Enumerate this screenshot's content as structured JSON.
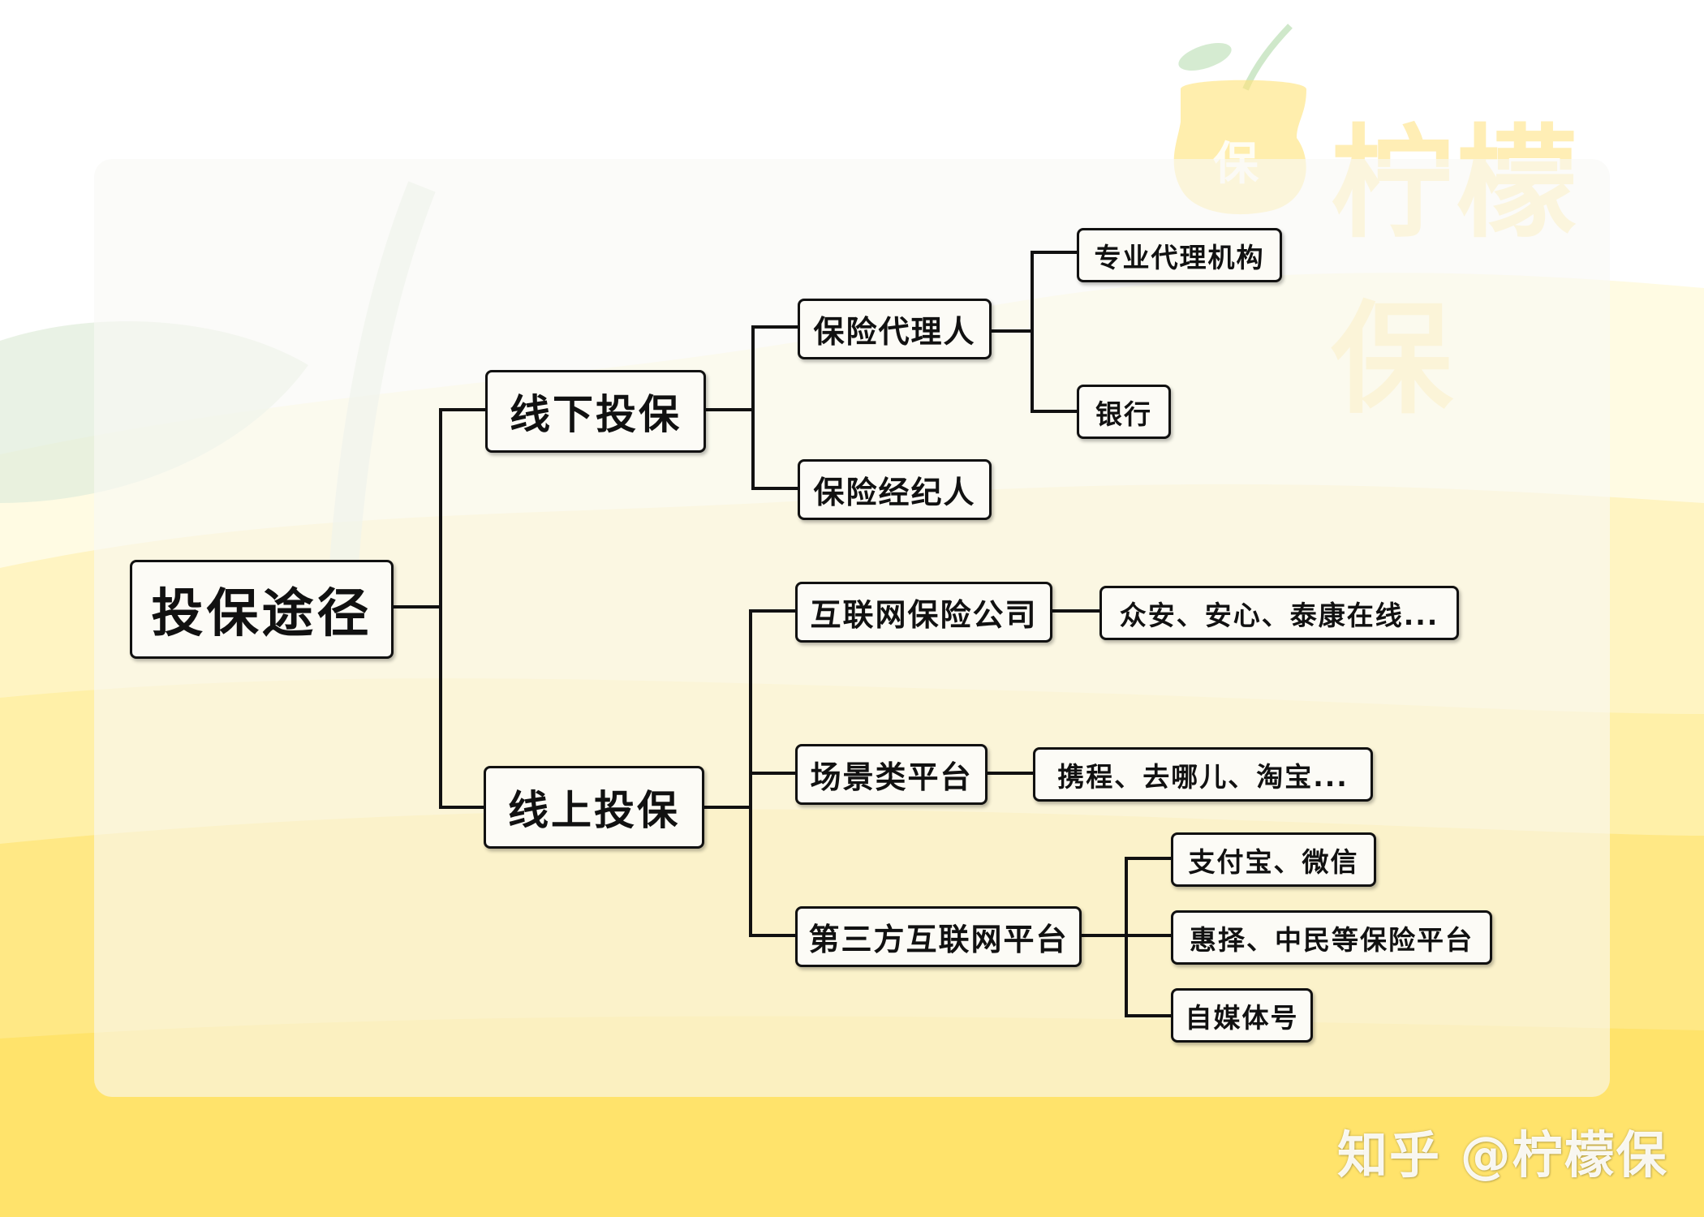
{
  "brand": {
    "name": "柠檬保",
    "logo_glyph": "保",
    "watermark": "知乎 @柠檬保"
  },
  "colors": {
    "accent_yellow": "#ffe36b",
    "node_border": "#111111",
    "node_fill": "#fcfbf6",
    "connector": "#111111"
  },
  "mindmap": {
    "root": "投保途径",
    "offline": {
      "label": "线下投保",
      "agent": {
        "label": "保险代理人",
        "children": [
          "专业代理机构",
          "银行"
        ]
      },
      "broker": {
        "label": "保险经纪人"
      }
    },
    "online": {
      "label": "线上投保",
      "internet_insurer": {
        "label": "互联网保险公司",
        "children": [
          "众安、安心、泰康在线..."
        ]
      },
      "scenario_platform": {
        "label": "场景类平台",
        "children": [
          "携程、去哪儿、淘宝..."
        ]
      },
      "third_party": {
        "label": "第三方互联网平台",
        "children": [
          "支付宝、微信",
          "惠择、中民等保险平台",
          "自媒体号"
        ]
      }
    }
  }
}
